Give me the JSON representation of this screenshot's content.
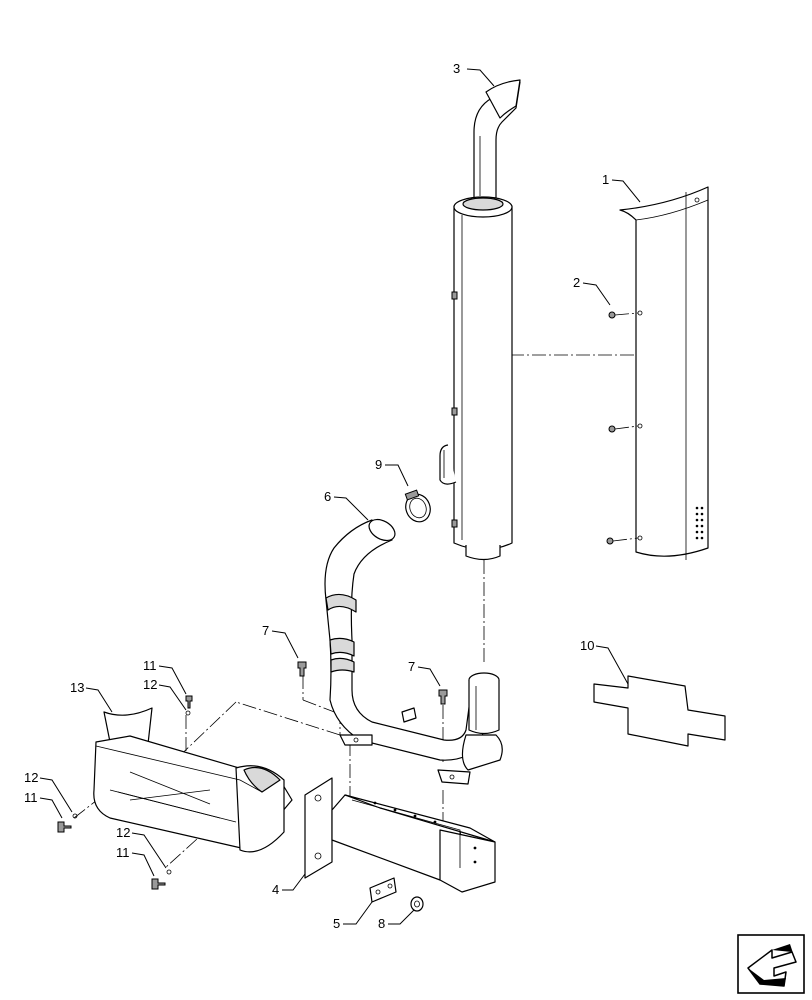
{
  "callouts": {
    "c1": "1",
    "c2": "2",
    "c3": "3",
    "c4": "4",
    "c5": "5",
    "c6": "6",
    "c7a": "7",
    "c7b": "7",
    "c8": "8",
    "c9": "9",
    "c10": "10",
    "c11a": "11",
    "c12a": "12",
    "c12b": "12",
    "c11b": "11",
    "c12c": "12",
    "c11c": "11",
    "c13": "13"
  },
  "navigation": {
    "icon": "next-page-arrow-icon"
  }
}
